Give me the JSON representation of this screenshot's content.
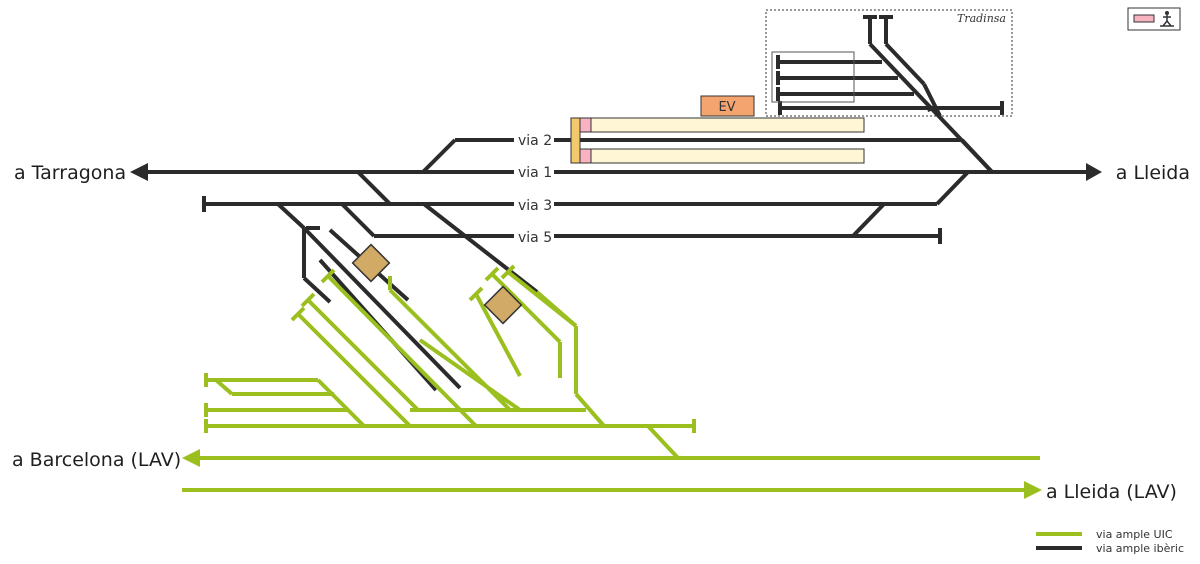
{
  "directions": {
    "tarragona": "a Tarragona",
    "lleida": "a Lleida",
    "barcelona_lav": "a Barcelona (LAV)",
    "lleida_lav": "a Lleida (LAV)"
  },
  "tracks": {
    "via2": "via 2",
    "via1": "via 1",
    "via3": "via 3",
    "via5": "via 5"
  },
  "buildings": {
    "ev": "EV",
    "ev_color": "#f4a46e"
  },
  "tradinsa": "Tradinsa",
  "legend": {
    "uic": "via ample UIC",
    "iberic": "via ample ibèric",
    "uic_color": "#9bbf1e",
    "iberic_color": "#2b2b2b"
  },
  "icons": {
    "platform_pedestrian": "platform-pedestrian-icon"
  },
  "colors": {
    "platform_fill": "#fff6d5",
    "platform_stroke": "#333333",
    "platform_end": "#f8b3c0",
    "warehouse_fill": "#d1aa66",
    "warehouse_stroke": "#333333"
  }
}
